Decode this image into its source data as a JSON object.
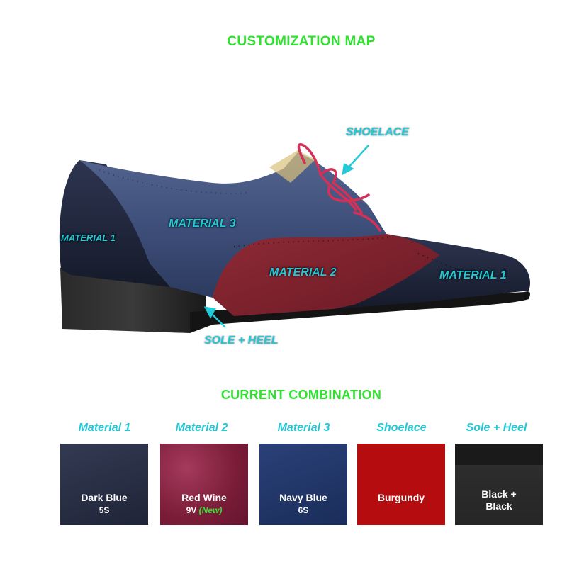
{
  "title": "CUSTOMIZATION MAP",
  "callouts": {
    "shoelace": "SHOELACE",
    "material3": "MATERIAL 3",
    "material1_heel": "MATERIAL 1",
    "material2": "MATERIAL 2",
    "material1_toe": "MATERIAL 1",
    "sole_heel": "SOLE + HEEL"
  },
  "combination_title": "CURRENT COMBINATION",
  "swatches": [
    {
      "label": "Material 1",
      "name": "Dark Blue",
      "code": "5S",
      "color": "#262b3f"
    },
    {
      "label": "Material 2",
      "name": "Red Wine",
      "code": "9V",
      "tag": "(New)",
      "color": "#8a2240"
    },
    {
      "label": "Material 3",
      "name": "Navy Blue",
      "code": "6S",
      "color": "#1f3566"
    },
    {
      "label": "Shoelace",
      "name": "Burgundy",
      "color": "#b50d0f"
    },
    {
      "label": "Sole + Heel",
      "name": "Black +",
      "name2": "Black",
      "color": "#232323"
    }
  ],
  "colors": {
    "accent_green": "#2fe22f",
    "label_cyan": "#22c9d6"
  }
}
